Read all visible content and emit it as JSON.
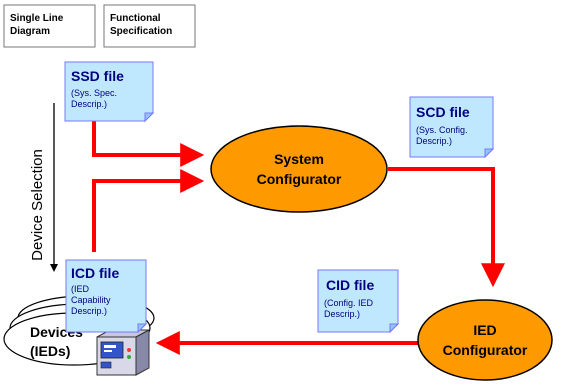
{
  "inputs": {
    "single_line": [
      "Single Line",
      "Diagram"
    ],
    "functional_spec": [
      "Functional",
      "Specification"
    ]
  },
  "files": {
    "ssd": {
      "title": "SSD file",
      "desc": [
        "(Sys. Spec.",
        "Descrip.)"
      ]
    },
    "scd": {
      "title": "SCD file",
      "desc": [
        "(Sys. Config.",
        "Descrip.)"
      ]
    },
    "icd": {
      "title": "ICD file",
      "desc": [
        "(IED",
        "Capability",
        "Descrip.)"
      ]
    },
    "cid": {
      "title": "CID file",
      "desc": [
        "(Config. IED",
        "Descrip.)"
      ]
    }
  },
  "tools": {
    "system_configurator": [
      "System",
      "Configurator"
    ],
    "ied_configurator": [
      "IED",
      "Configurator"
    ]
  },
  "devices": [
    "Devices",
    "(IEDs)"
  ],
  "side_label": "Device Selection",
  "colors": {
    "arrow": "#ff0000",
    "tool_fill": "#ff9900",
    "file_fill": "#bfe8ff",
    "file_title": "#000080",
    "file_desc": "#000080"
  }
}
